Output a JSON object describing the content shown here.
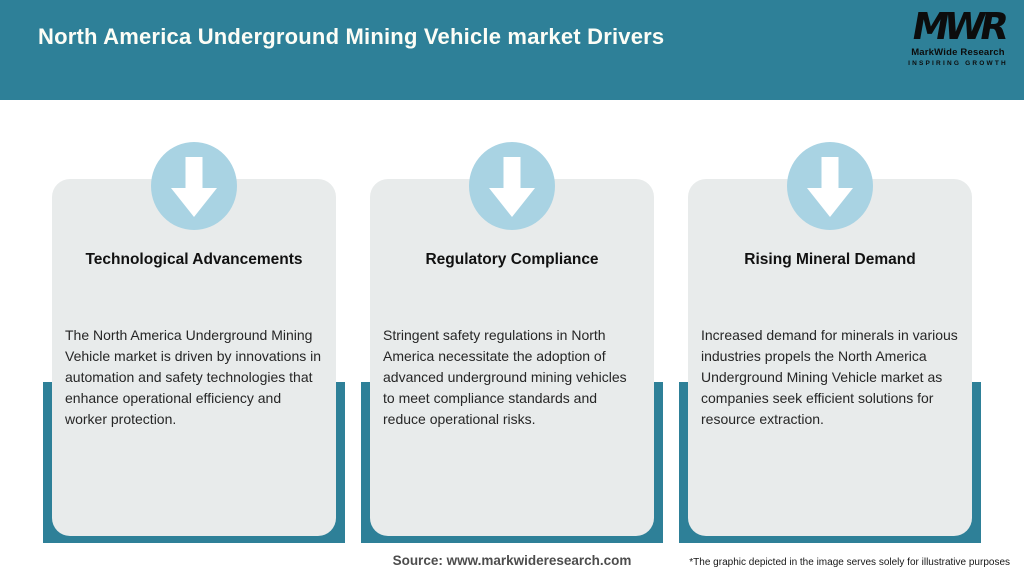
{
  "header": {
    "title": "North America Underground Mining Vehicle market Drivers"
  },
  "logo": {
    "monogram": "MWR",
    "name": "MarkWide Research",
    "tagline": "INSPIRING GROWTH"
  },
  "cards": [
    {
      "title": "Technological Advancements",
      "body": "The North America Underground Mining Vehicle market is driven by innovations in automation and safety technologies that enhance operational efficiency and worker protection."
    },
    {
      "title": "Regulatory Compliance",
      "body": "Stringent safety regulations in North America necessitate the adoption of advanced underground mining vehicles to meet compliance standards and reduce operational risks."
    },
    {
      "title": "Rising Mineral Demand",
      "body": "Increased demand for minerals in various industries propels the North America Underground Mining Vehicle market as companies seek efficient solutions for resource extraction."
    }
  ],
  "footer": {
    "source": "Source: www.markwideresearch.com",
    "disclaimer": "*The graphic depicted in the image serves solely for illustrative purposes"
  },
  "colors": {
    "header_teal": "#2e8098",
    "accent_band_teal": "#2e8098",
    "card_gray": "#e8ebeb",
    "badge_blue": "#a9d3e3",
    "title_text": "#fcfdf6",
    "arrow_white": "#ffffff"
  }
}
